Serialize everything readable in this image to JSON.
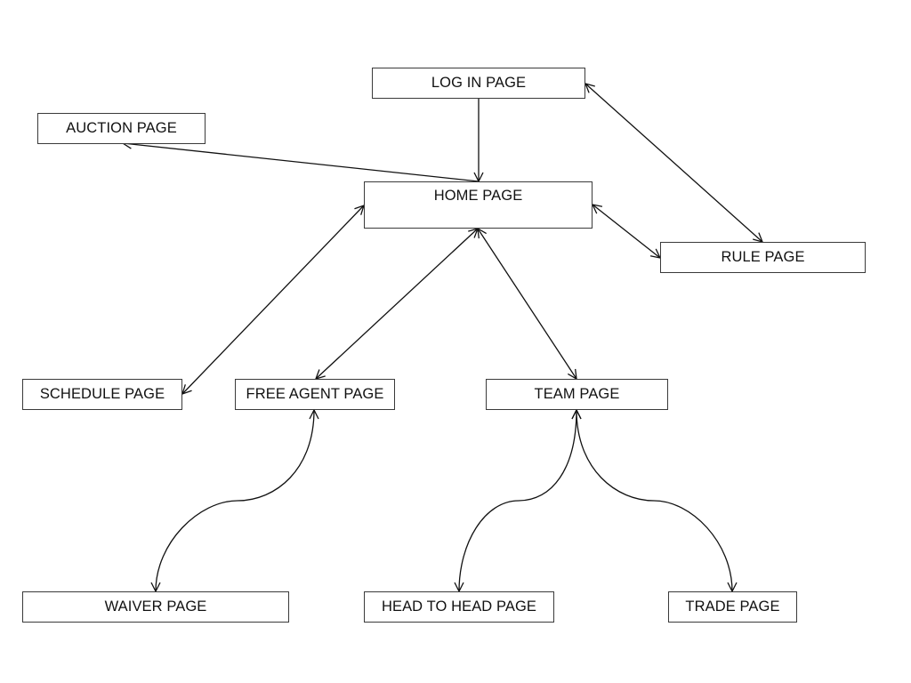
{
  "nodes": {
    "login": "LOG IN PAGE",
    "auction": "AUCTION PAGE",
    "home": "HOME PAGE",
    "rule": "RULE PAGE",
    "schedule": "SCHEDULE PAGE",
    "free_agent": "FREE AGENT PAGE",
    "team": "TEAM PAGE",
    "waiver": "WAIVER PAGE",
    "head_to_head": "HEAD TO HEAD PAGE",
    "trade": "TRADE PAGE"
  },
  "links": [
    {
      "from": "login",
      "to": "home",
      "arrows": "end"
    },
    {
      "from": "home",
      "to": "auction",
      "arrows": "end"
    },
    {
      "from": "login",
      "to": "rule",
      "arrows": "both"
    },
    {
      "from": "home",
      "to": "rule",
      "arrows": "both"
    },
    {
      "from": "home",
      "to": "schedule",
      "arrows": "both"
    },
    {
      "from": "home",
      "to": "free_agent",
      "arrows": "both"
    },
    {
      "from": "home",
      "to": "team",
      "arrows": "both"
    },
    {
      "from": "free_agent",
      "to": "waiver",
      "arrows": "both"
    },
    {
      "from": "team",
      "to": "head_to_head",
      "arrows": "both"
    },
    {
      "from": "team",
      "to": "trade",
      "arrows": "both"
    }
  ]
}
